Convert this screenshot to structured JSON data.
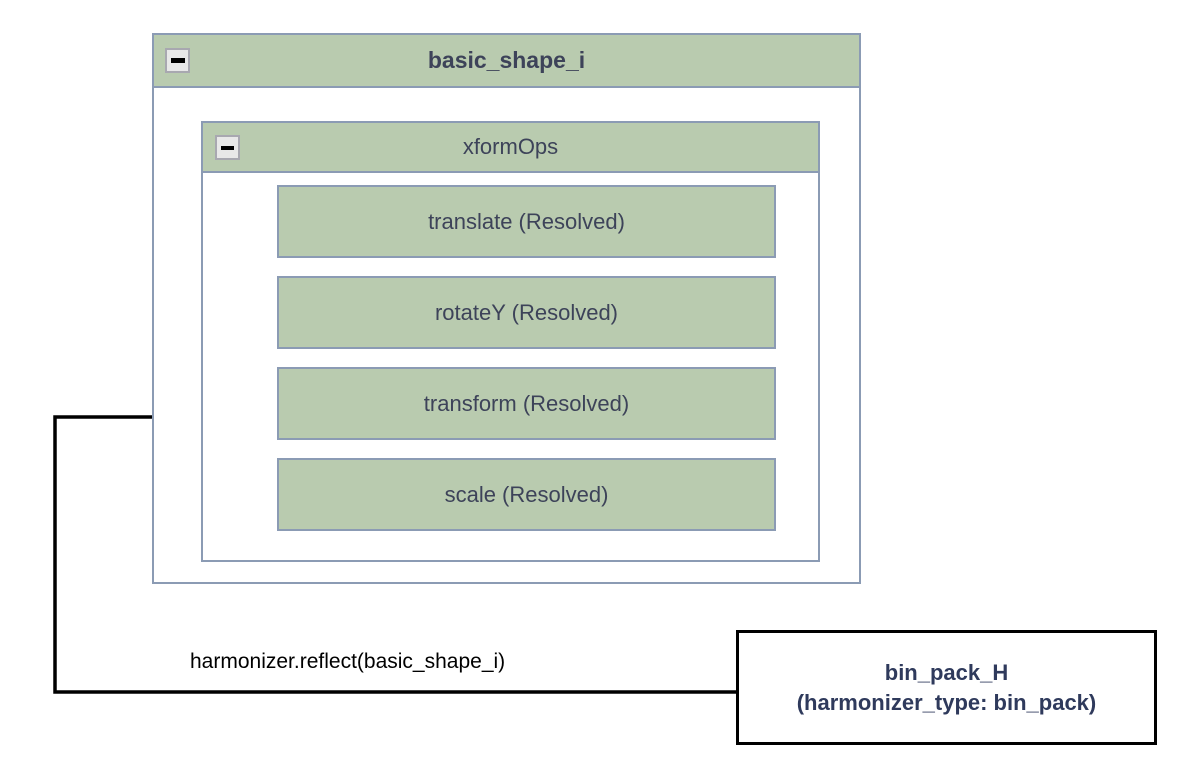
{
  "diagram": {
    "type": "nested-block-diagram",
    "background": "#ffffff",
    "colors": {
      "node_fill": "#b9cbaf",
      "node_border": "#8b9bb4",
      "node_text": "#3d4359",
      "harmonizer_border": "#000000",
      "harmonizer_text": "#2f3a5c",
      "edge_stroke": "#000000"
    }
  },
  "outer_group": {
    "title": "basic_shape_i",
    "collapse_icon": "minus-icon",
    "nested_group": {
      "title": "xformOps",
      "collapse_icon": "minus-icon",
      "leaves": [
        {
          "label": "translate (Resolved)"
        },
        {
          "label": "rotateY (Resolved)"
        },
        {
          "label": "transform (Resolved)"
        },
        {
          "label": "scale (Resolved)"
        }
      ]
    }
  },
  "harmonizer": {
    "name": "bin_pack_H",
    "subtitle": "(harmonizer_type: bin_pack)"
  },
  "edge": {
    "label": "harmonizer.reflect(basic_shape_i)",
    "from": "bin_pack_H",
    "to": "transform (Resolved)",
    "arrowhead": "arrow-right"
  }
}
